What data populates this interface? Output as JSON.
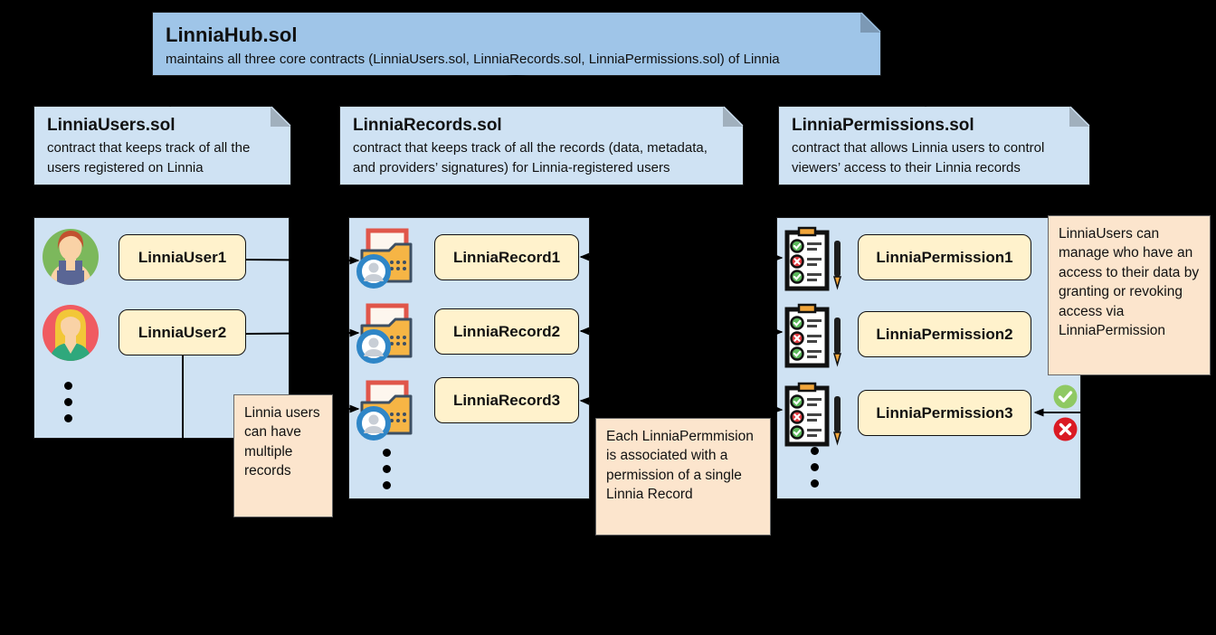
{
  "hub": {
    "title": "LinniaHub.sol",
    "description": "maintains all three core contracts (LinniaUsers.sol, LinniaRecords.sol, LinniaPermissions.sol) of Linnia"
  },
  "contracts": {
    "users": {
      "title": "LinniaUsers.sol",
      "description": "contract that keeps track of all the users registered on Linnia"
    },
    "records": {
      "title": "LinniaRecords.sol",
      "description": "contract that keeps track of all the records (data, metadata, and providers’ signatures) for Linnia-registered users"
    },
    "permissions": {
      "title": "LinniaPermissions.sol",
      "description": "contract that allows Linnia users to control viewers’ access to their Linnia records"
    }
  },
  "users": {
    "items": [
      "LinniaUser1",
      "LinniaUser2"
    ]
  },
  "records": {
    "items": [
      "LinniaRecord1",
      "LinniaRecord2",
      "LinniaRecord3"
    ]
  },
  "permissions": {
    "items": [
      "LinniaPermission1",
      "LinniaPermission2",
      "LinniaPermission3"
    ]
  },
  "notes": {
    "multiple_records": "Linnia users can have multiple records",
    "permission_association": "Each LinniaPermmision is associated with a permission of a single Linnia Record",
    "manage_access": "LinniaUsers can manage who have an access to their data by granting or revoking access via LinniaPermission"
  },
  "icons": {
    "male_user_avatar": "male-user-avatar",
    "female_user_avatar": "female-user-avatar",
    "record_folder": "record-folder",
    "permission_checklist": "permission-checklist",
    "grant_check": "grant-check",
    "revoke_x": "revoke-x"
  },
  "colors": {
    "background": "#000000",
    "hub_fill": "#9fc5e8",
    "card_fill": "#cfe2f3",
    "chip_fill": "#fff2cc",
    "note_fill": "#fce5cd",
    "grant_green": "#8fc963",
    "revoke_red": "#da1a23",
    "folder_orange": "#f6b545",
    "line_black": "#000000"
  }
}
